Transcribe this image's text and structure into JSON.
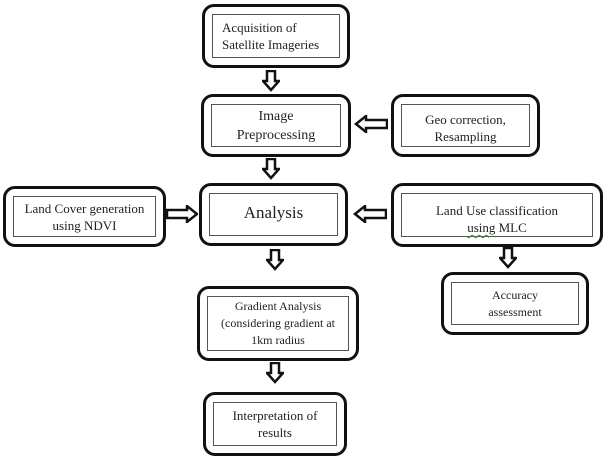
{
  "diagram": {
    "type": "flowchart",
    "nodes": [
      {
        "id": "acquisition",
        "lines": [
          "Acquisition of",
          "Satellite Imageries"
        ]
      },
      {
        "id": "preprocessing",
        "lines": [
          "Image",
          "Preprocessing"
        ]
      },
      {
        "id": "geo_correction",
        "lines": [
          "Geo correction,",
          "Resampling"
        ]
      },
      {
        "id": "land_cover",
        "lines": [
          "Land Cover generation",
          "using NDVI"
        ]
      },
      {
        "id": "analysis",
        "lines": [
          "Analysis"
        ]
      },
      {
        "id": "land_use",
        "lines": [
          "Land Use classification",
          "using MLC"
        ]
      },
      {
        "id": "gradient",
        "lines": [
          "Gradient Analysis",
          "(considering gradient at",
          "1km radius"
        ]
      },
      {
        "id": "accuracy",
        "lines": [
          "Accuracy",
          "assessment"
        ]
      },
      {
        "id": "interpretation",
        "lines": [
          "Interpretation of",
          "results"
        ]
      }
    ],
    "edges": [
      {
        "from": "acquisition",
        "to": "preprocessing",
        "direction": "down"
      },
      {
        "from": "geo_correction",
        "to": "preprocessing",
        "direction": "left"
      },
      {
        "from": "preprocessing",
        "to": "analysis",
        "direction": "down"
      },
      {
        "from": "land_cover",
        "to": "analysis",
        "direction": "right"
      },
      {
        "from": "land_use",
        "to": "analysis",
        "direction": "left"
      },
      {
        "from": "land_use",
        "to": "accuracy",
        "direction": "down"
      },
      {
        "from": "analysis",
        "to": "gradient",
        "direction": "down"
      },
      {
        "from": "gradient",
        "to": "interpretation",
        "direction": "down"
      }
    ],
    "spellcheck_marked_word": "using"
  }
}
